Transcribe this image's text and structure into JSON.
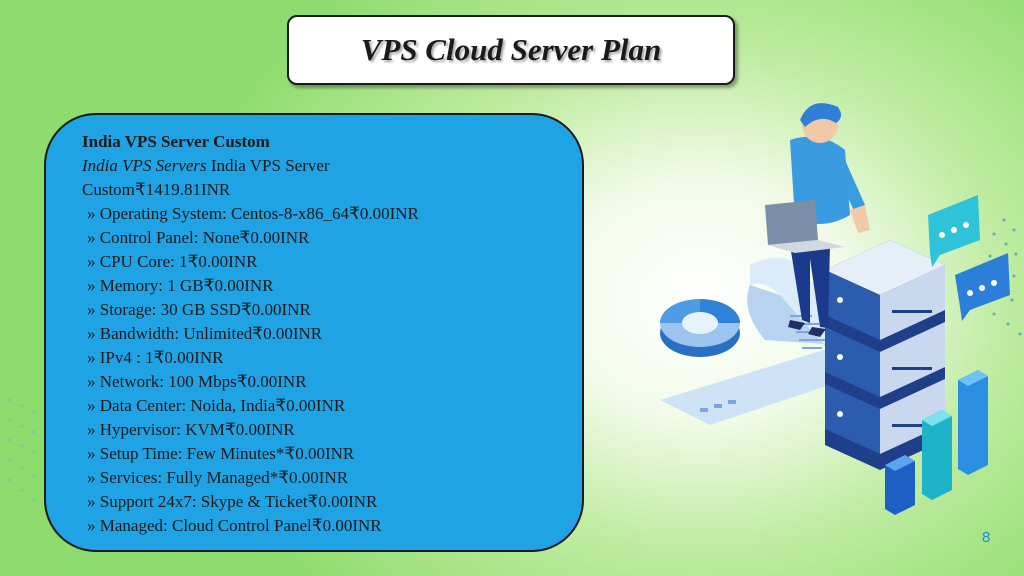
{
  "slide": {
    "title": "VPS Cloud Server Plan",
    "page_number": "8"
  },
  "plan": {
    "heading": "India VPS Server Custom",
    "subtitle_italic": "India VPS Servers",
    "subtitle_rest": " India VPS Server",
    "price_line": "Custom₹1419.81INR",
    "specs": [
      "» Operating System: Centos-8-x86_64₹0.00INR",
      "» Control Panel: None₹0.00INR",
      "» CPU Core: 1₹0.00INR",
      "» Memory: 1 GB₹0.00INR",
      "» Storage: 30 GB SSD₹0.00INR",
      "» Bandwidth: Unlimited₹0.00INR",
      "» IPv4 : 1₹0.00INR",
      "» Network: 100 Mbps₹0.00INR",
      "» Data Center: Noida, India₹0.00INR",
      "» Hypervisor: KVM₹0.00INR",
      "» Setup Time: Few Minutes*₹0.00INR",
      "» Services: Fully Managed*₹0.00INR",
      "» Support 24x7: Skype & Ticket₹0.00INR",
      "» Managed: Cloud Control Panel₹0.00INR"
    ]
  },
  "illustration": {
    "icons": [
      "person-with-laptop-icon",
      "server-stack-icon",
      "chat-bubble-icon",
      "donut-chart-icon",
      "bar-chart-icon",
      "paper-scroll-icon"
    ],
    "colors": {
      "accent_blue": "#1fa3e4",
      "teal": "#3ecfe0",
      "navy": "#1f3f8a",
      "background_green": "#8fdc6e"
    }
  }
}
